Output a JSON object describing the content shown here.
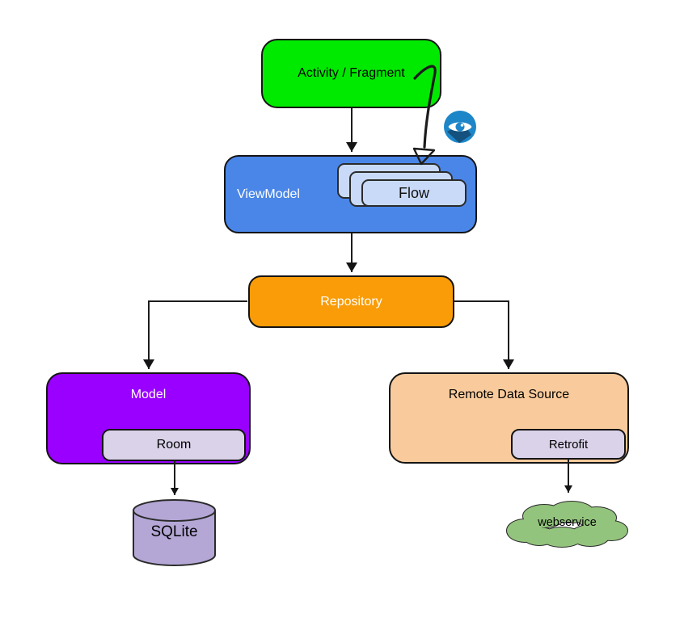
{
  "diagram": {
    "background": "#ffffff",
    "nodes": {
      "activity_fragment": {
        "label": "Activity / Fragment",
        "fill": "#00ea00",
        "text_color": "#000000"
      },
      "viewmodel": {
        "label": "ViewModel",
        "fill": "#4a86e8",
        "text_color": "#ffffff",
        "flow_stack_count": 3
      },
      "flow_card": {
        "label": "Flow",
        "fill": "#c9daf8",
        "text_color": "#111111"
      },
      "repository": {
        "label": "Repository",
        "fill": "#f99c07",
        "text_color": "#ffffff"
      },
      "model": {
        "label": "Model",
        "fill": "#9900ff",
        "text_color": "#ffffff"
      },
      "room": {
        "label": "Room",
        "fill": "#d9d2e9",
        "text_color": "#000000"
      },
      "sqlite_db": {
        "label": "SQLite",
        "fill": "#b4a7d6",
        "text_color": "#000000",
        "shape": "cylinder"
      },
      "remote_data_source": {
        "label": "Remote Data Source",
        "fill": "#f9cb9c",
        "text_color": "#000000"
      },
      "retrofit": {
        "label": "Retrofit",
        "fill": "#d9d2e9",
        "text_color": "#000000"
      },
      "webservice": {
        "label": "webservice",
        "fill": "#93c47d",
        "text_color": "#000000",
        "shape": "cloud"
      }
    },
    "icons": {
      "eye": {
        "name": "eye-icon",
        "circle_fill": "#1d86c8",
        "shadow_fill": "#14517e",
        "glyph_color": "#ffffff"
      }
    },
    "edges": [
      {
        "from": "Activity / Fragment",
        "to": "ViewModel",
        "type": "straight-filled-arrow"
      },
      {
        "from": "Activity / Fragment",
        "to": "Flow",
        "type": "curved-open-arrow"
      },
      {
        "from": "ViewModel",
        "to": "Repository",
        "type": "straight-filled-arrow"
      },
      {
        "from": "Repository",
        "to": "Model",
        "type": "elbow-filled-arrow"
      },
      {
        "from": "Repository",
        "to": "Remote Data Source",
        "type": "elbow-filled-arrow"
      },
      {
        "from": "Room",
        "to": "SQLite",
        "type": "straight-filled-arrow"
      },
      {
        "from": "Retrofit",
        "to": "webservice",
        "type": "straight-filled-arrow"
      }
    ]
  }
}
